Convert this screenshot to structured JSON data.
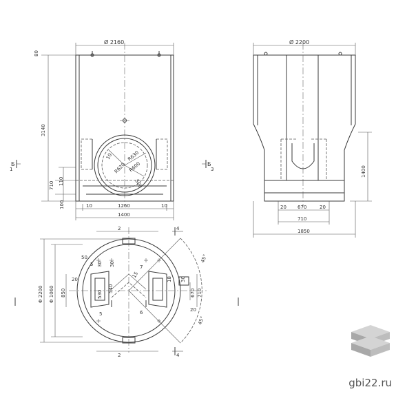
{
  "front_view": {
    "top_dim": "Ø 2160",
    "top_small": "80",
    "height_total": "3140",
    "height_lower_a": "710",
    "height_lower_b": "110",
    "bottom_small": "100",
    "bot_left": "10",
    "bot_mid": "1260",
    "bot_right": "10",
    "bot_total": "1400",
    "section_mark_left": "Б",
    "section_mark_right": "Б",
    "section_num_left": "1",
    "section_num_right": "3",
    "circle_r1": "10",
    "circle_r2": "R630",
    "circle_r3": "R620",
    "circle_r4": "R600",
    "circle_d": "500"
  },
  "side_view": {
    "top_dim": "Ø 2200",
    "right_height": "1400",
    "bot_left": "20",
    "bot_mid": "670",
    "bot_right": "20",
    "bot_sub": "710",
    "bot_total": "1850"
  },
  "plan_view": {
    "top_a": "2",
    "top_b": "4",
    "bot_a": "2",
    "bot_b": "4",
    "dia_outer": "Φ 2200",
    "dia_inner": "Φ 1060",
    "h850": "850",
    "l20": "20",
    "l50": "50",
    "l5": "5",
    "l30a": "30",
    "l30b": "30",
    "l15": "15",
    "l7": "7",
    "l530": "530",
    "l540": "540",
    "l5b": "5",
    "l6": "6",
    "r18": "18",
    "r30": "30",
    "r710": "710",
    "r670": "670",
    "r20": "20",
    "ang1": "45°",
    "ang2": "45°"
  },
  "watermark": {
    "site": "gbi22.ru",
    "logo_icon": "stacked-slabs-logo-icon"
  }
}
